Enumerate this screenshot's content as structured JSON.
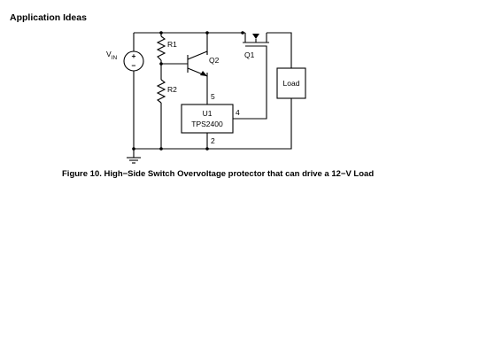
{
  "page": {
    "section_title": "Application Ideas"
  },
  "schematic": {
    "vin_label": "V",
    "vin_subscript": "IN",
    "source_plus": "+",
    "source_minus": "−",
    "r1_label": "R1",
    "r2_label": "R2",
    "q1_label": "Q1",
    "q2_label": "Q2",
    "load_label": "Load",
    "u1_label": "U1",
    "u1_part": "TPS2400",
    "pin5_label": "5",
    "pin4_label": "4",
    "pin2_label": "2"
  },
  "figure": {
    "caption": "Figure 10. High−Side Switch Overvoltage protector that can drive a 12−V Load"
  }
}
